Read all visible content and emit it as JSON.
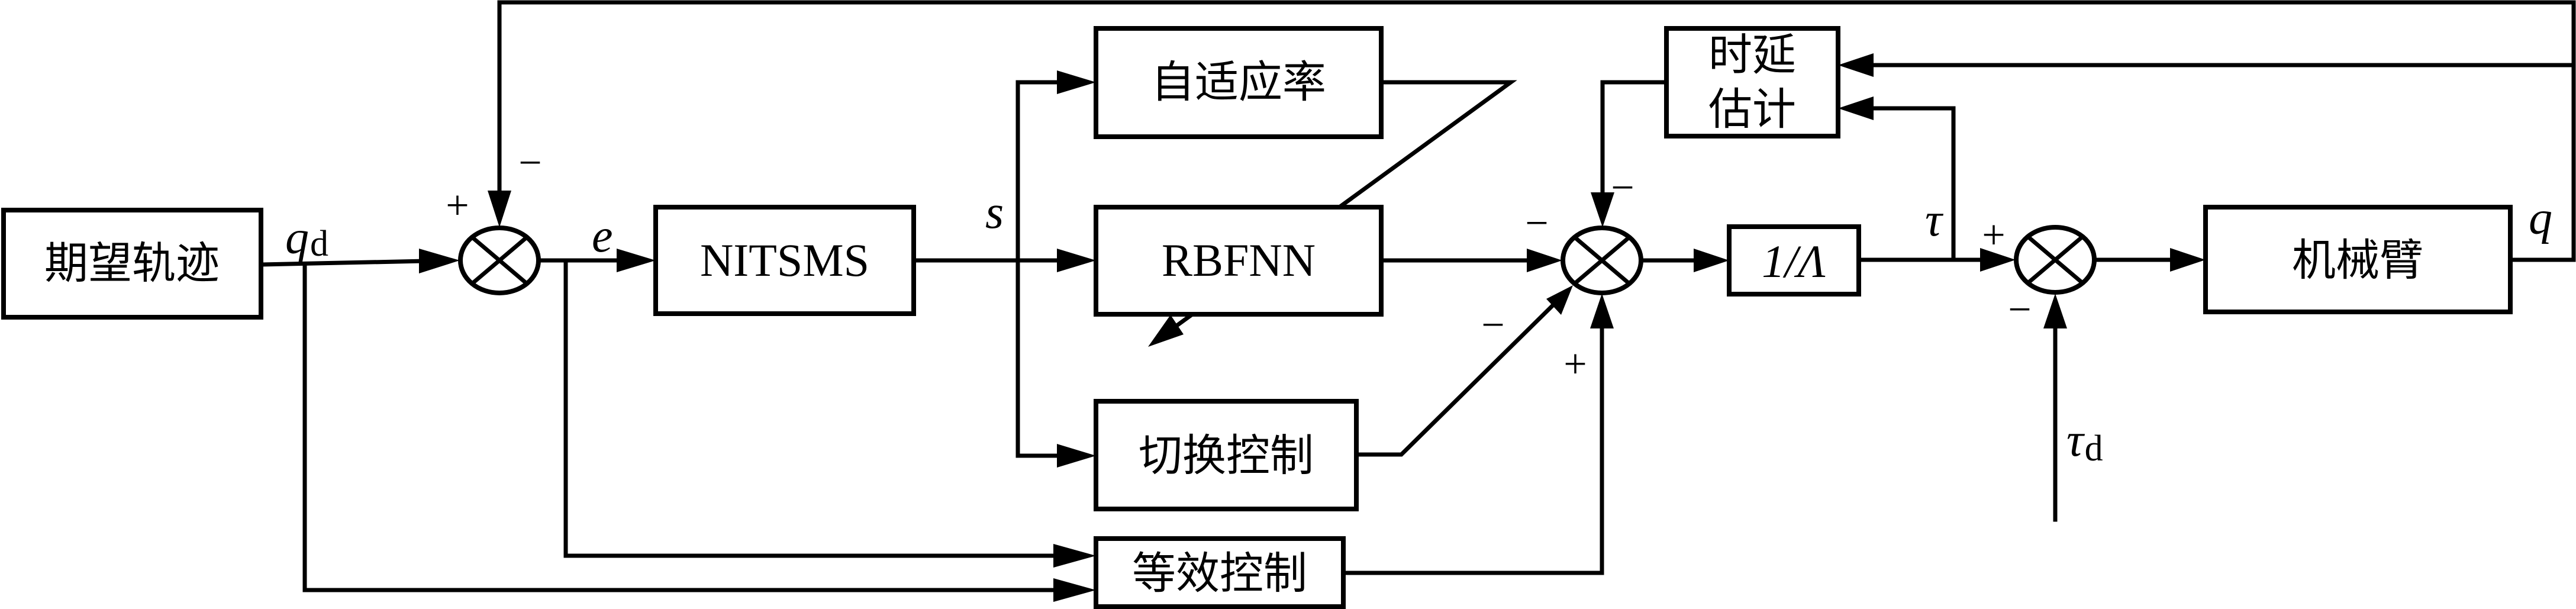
{
  "diagram": {
    "type": "control-block-diagram",
    "blocks": {
      "desired_trajectory": "期望轨迹",
      "nitsms": "NITSMS",
      "adaptive_rate": "自适应率",
      "rbfnn": "RBFNN",
      "switching_control": "切换控制",
      "equivalent_control": "等效控制",
      "delay_estimation_line1": "时延",
      "delay_estimation_line2": "估计",
      "inverse_lambda": "1/Λ",
      "robot_arm": "机械臂"
    },
    "signals": {
      "qd_main": "q",
      "qd_sub": "d",
      "e": "e",
      "s": "s",
      "tau": "τ",
      "tau_d_main": "τ",
      "tau_d_sub": "d",
      "q": "q"
    },
    "signs": {
      "sum1_left": "+",
      "sum1_top": "−",
      "sum2_top": "−",
      "sum2_left": "−",
      "sum2_lower_left": "−",
      "sum2_bottom": "+",
      "sum3_left": "+",
      "sum3_bottom": "−"
    },
    "connections": [
      {
        "from": "desired_trajectory",
        "to": "sum1",
        "label": "qd",
        "sign": "+"
      },
      {
        "from": "robot_arm",
        "to": "sum1",
        "label": "q",
        "sign": "−"
      },
      {
        "from": "sum1",
        "to": "nitsms",
        "label": "e"
      },
      {
        "from": "sum1",
        "to": "equivalent_control",
        "label": "e"
      },
      {
        "from": "desired_trajectory",
        "to": "equivalent_control",
        "label": "qd"
      },
      {
        "from": "nitsms",
        "to": "adaptive_rate",
        "label": "s"
      },
      {
        "from": "nitsms",
        "to": "rbfnn",
        "label": "s"
      },
      {
        "from": "nitsms",
        "to": "switching_control",
        "label": "s"
      },
      {
        "from": "adaptive_rate",
        "to": "rbfnn",
        "kind": "parameter-adjust"
      },
      {
        "from": "rbfnn",
        "to": "sum2",
        "sign": "−"
      },
      {
        "from": "switching_control",
        "to": "sum2",
        "sign": "−"
      },
      {
        "from": "equivalent_control",
        "to": "sum2",
        "sign": "+"
      },
      {
        "from": "delay_estimation",
        "to": "sum2",
        "sign": "−"
      },
      {
        "from": "sum2",
        "to": "inverse_lambda"
      },
      {
        "from": "inverse_lambda",
        "to": "sum3",
        "label": "τ",
        "sign": "+"
      },
      {
        "from": "inverse_lambda",
        "to": "delay_estimation",
        "label": "τ"
      },
      {
        "from": "robot_arm",
        "to": "delay_estimation",
        "label": "q"
      },
      {
        "from": "disturbance",
        "to": "sum3",
        "label": "τd",
        "sign": "−"
      },
      {
        "from": "sum3",
        "to": "robot_arm"
      }
    ]
  }
}
